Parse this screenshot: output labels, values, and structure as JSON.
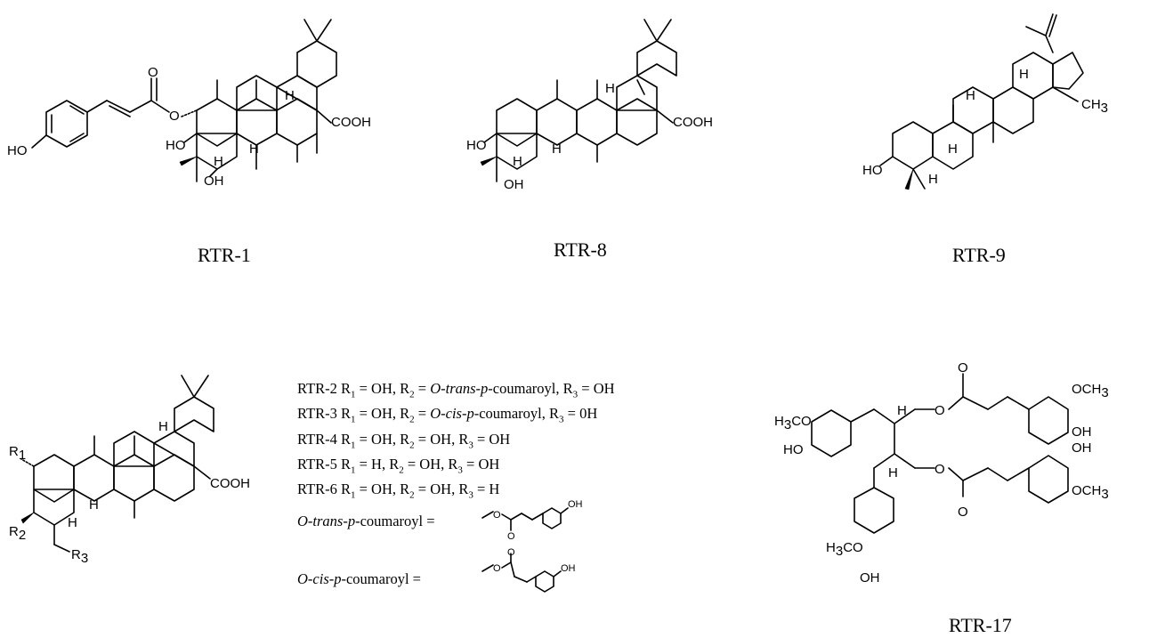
{
  "compounds": {
    "rtr1": "RTR-1",
    "rtr8": "RTR-8",
    "rtr9": "RTR-9",
    "rtr17": "RTR-17"
  },
  "atoms": {
    "cooh": "COOH",
    "ho": "HO",
    "oh": "OH",
    "h": "H",
    "o": "O",
    "ch3": "CH",
    "three": "3",
    "h3co": "H",
    "h3co_tail": "CO",
    "och3": "OCH",
    "r1": "R",
    "r2": "R",
    "r3": "R",
    "one": "1",
    "two": "2"
  },
  "legend": {
    "rows": [
      {
        "id": "RTR-2",
        "r1": "OH",
        "r2": "O-trans-p-coumaroyl",
        "r3": "OH"
      },
      {
        "id": "RTR-3",
        "r1": "OH",
        "r2": "O-cis-p-coumaroyl",
        "r3": "0H"
      },
      {
        "id": "RTR-4",
        "r1": "OH",
        "r2": "OH",
        "r3": "OH"
      },
      {
        "id": "RTR-5",
        "r1": "H",
        "r2": "OH",
        "r3": "OH"
      },
      {
        "id": "RTR-6",
        "r1": "OH",
        "r2": "OH",
        "r3": "H"
      }
    ],
    "r1_prefix": "R",
    "r2_prefix": "R",
    "r3_prefix": "R",
    "eq": " = ",
    "sep": ", "
  },
  "definitions": {
    "trans_label": "O-trans-p-coumaroyl =",
    "cis_label": "O-cis-p-coumaroyl ="
  }
}
